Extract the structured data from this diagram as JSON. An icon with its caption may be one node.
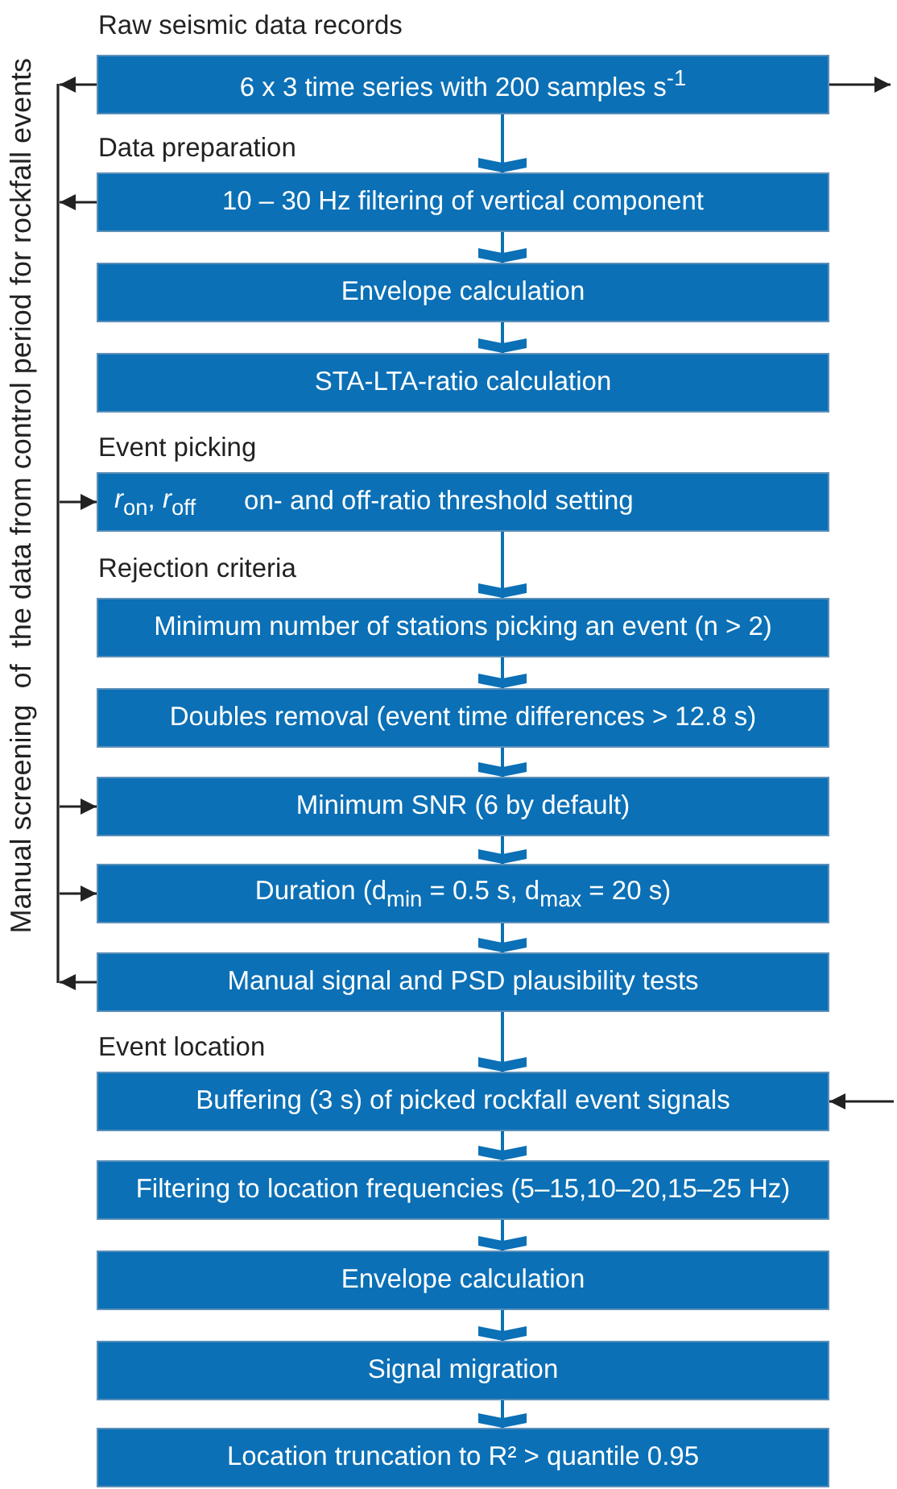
{
  "diagram": {
    "nodes": [
      {
        "text": [
          "6 x 3 time series with 200 samples  s$^{-1}$"
        ]
      },
      {
        "text": [
          "10 – 30 Hz filtering of vertical component"
        ]
      },
      {
        "text": [
          "Envelope calculation"
        ]
      },
      {
        "text": [
          "STA-LTA-ratio calculation"
        ]
      },
      {
        "text": [
          "*r*$_{on}$, *r*$_{off}$",
          "on- and off-ratio threshold setting"
        ]
      },
      {
        "text": [
          "Minimum number of stations picking an event (n > 2)"
        ]
      },
      {
        "text": [
          "Doubles removal (event time differences > 12.8 s)"
        ]
      },
      {
        "text": [
          "Minimum SNR (6 by default)"
        ]
      },
      {
        "text": [
          "Duration (d$_{min}$ = 0.5 s, d$_{max}$ = 20 s)"
        ]
      },
      {
        "text": [
          "Manual signal and PSD plausibility tests"
        ]
      },
      {
        "text": [
          "Buffering (3 s) of picked rockfall event signals"
        ]
      },
      {
        "text": [
          "Filtering to location frequencies (5–15,10–20,15–25 Hz)"
        ]
      },
      {
        "text": [
          "Envelope calculation"
        ]
      },
      {
        "text": [
          "Signal migration"
        ]
      },
      {
        "text": [
          "Location truncation to R² > quantile 0.95"
        ]
      },
      {
        "text": [
          "Manual screening  of  the data from control period for rockfall events"
        ]
      }
    ],
    "edges": [
      {
        "from": 0,
        "to": 1,
        "arrow": "to"
      },
      {
        "from": 1,
        "to": 2,
        "arrow": "to"
      },
      {
        "from": 2,
        "to": 3,
        "arrow": "to"
      },
      {
        "from": 4,
        "to": 5,
        "arrow": "to"
      },
      {
        "from": 5,
        "to": 6,
        "arrow": "to"
      },
      {
        "from": 6,
        "to": 7,
        "arrow": "to"
      },
      {
        "from": 7,
        "to": 8,
        "arrow": "to"
      },
      {
        "from": 8,
        "to": 9,
        "arrow": "to"
      },
      {
        "from": 9,
        "to": 10,
        "arrow": "to"
      },
      {
        "from": 10,
        "to": 11,
        "arrow": "to"
      },
      {
        "from": 11,
        "to": 12,
        "arrow": "to"
      },
      {
        "from": 12,
        "to": 13,
        "arrow": "to"
      },
      {
        "from": 13,
        "to": 14,
        "arrow": "to"
      },
      {
        "from": 0,
        "to": 15,
        "arrow": "to",
        "color": "#222222"
      },
      {
        "from": 1,
        "to": 15,
        "arrow": "to",
        "color": "#222222"
      },
      {
        "from": 15,
        "to": 4,
        "arrow": "to",
        "color": "#222222"
      },
      {
        "from": 15,
        "to": 7,
        "arrow": "to",
        "color": "#222222"
      },
      {
        "from": 15,
        "to": 8,
        "arrow": "to",
        "color": "#222222"
      },
      {
        "from": 9,
        "to": 15,
        "arrow": "to",
        "color": "#222222"
      },
      {
        "from": 0,
        "to": null,
        "arrow": "to",
        "color": "#222222"
      },
      {
        "from": null,
        "to": 10,
        "arrow": "to",
        "color": "#222222"
      }
    ],
    "labels": [
      "Raw seismic data records",
      "Data preparation",
      "Event picking",
      "Rejection criteria",
      "Event location"
    ]
  }
}
